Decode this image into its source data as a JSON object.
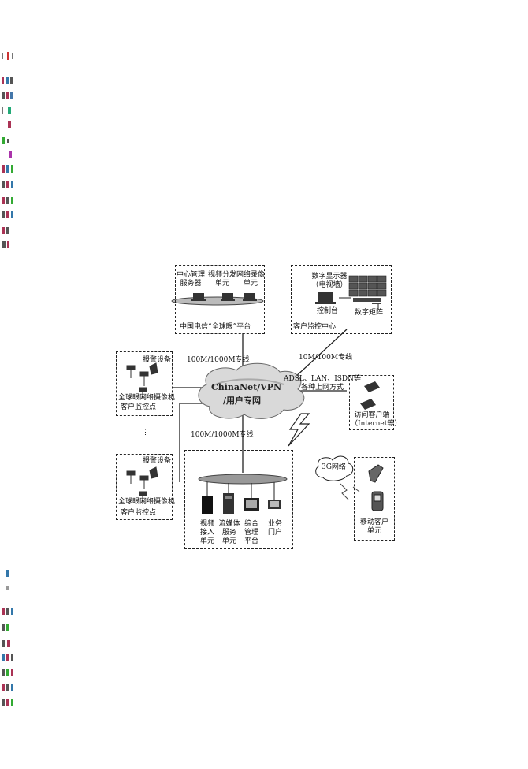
{
  "top_box": {
    "labels": [
      "中心管理\n服务器",
      "视频分发\n单元",
      "网络录像\n单元"
    ],
    "caption": "中国电信“全球眼”平台"
  },
  "client_box": {
    "display": "数字显示器\n（电视墙）",
    "console": "控制台",
    "matrix": "数字矩阵",
    "caption": "客户监控中心"
  },
  "cloud": {
    "line1": "ChinaNet/VPN",
    "line2": "/用户专网"
  },
  "links": {
    "top": "100M/1000M专线",
    "client": "10M/100M专线",
    "bottom": "100M/1000M专线",
    "adsl": "ADSL、LAN、ISDN等\n各种上网方式"
  },
  "site_1": {
    "alarm": "报警设备",
    "camera": "全球眼网络摄像机",
    "point": "客户监控点"
  },
  "site_2": {
    "alarm": "报警设备",
    "camera": "全球眼网络摄像机",
    "point": "客户监控点"
  },
  "visitor": {
    "label": "访问客户端\n（Internet等）"
  },
  "network_3g": {
    "label": "3G网络"
  },
  "mobile": {
    "label": "移动客户\n单元"
  },
  "bottom_box": {
    "labels": [
      "视频\n接入\n单元",
      "流媒体\n服务\n单元",
      "综合\n管理\n平台",
      "业务\n门户"
    ]
  },
  "ellipsis": "⋮"
}
